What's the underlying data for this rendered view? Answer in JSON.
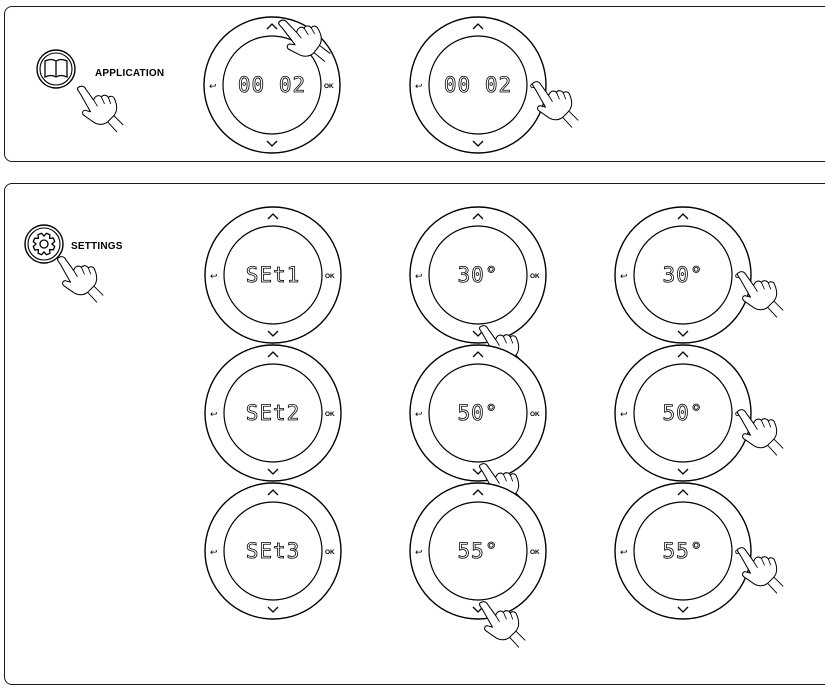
{
  "application": {
    "label": "APPLICATION",
    "steps": [
      {
        "display": "00 02",
        "action": "up"
      },
      {
        "display": "00 02",
        "action": "ok"
      }
    ]
  },
  "settings": {
    "label": "SETTINGS",
    "rows": [
      [
        {
          "display": "SEt1",
          "action": "none"
        },
        {
          "display": "30°",
          "action": "down"
        },
        {
          "display": "30°",
          "action": "ok"
        }
      ],
      [
        {
          "display": "SEt2",
          "action": "none"
        },
        {
          "display": "50°",
          "action": "down"
        },
        {
          "display": "50°",
          "action": "ok"
        }
      ],
      [
        {
          "display": "SEt3",
          "action": "none"
        },
        {
          "display": "55°",
          "action": "down"
        },
        {
          "display": "55°",
          "action": "ok"
        }
      ]
    ]
  },
  "dial": {
    "back_glyph": "↩",
    "ok_label": "OK",
    "up_glyph": "^",
    "down_glyph": "v"
  }
}
